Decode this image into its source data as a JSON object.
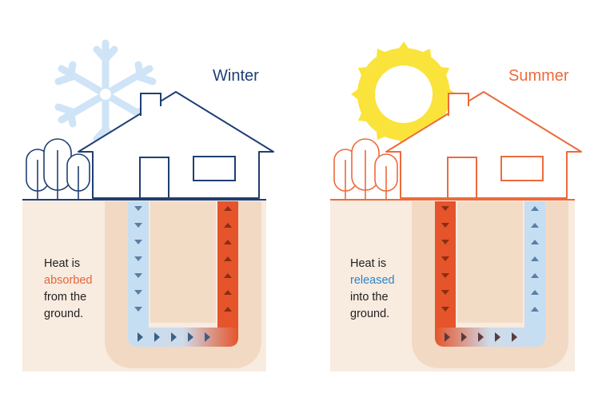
{
  "winter": {
    "title": "Winter",
    "caption": [
      "Heat is",
      "absorbed",
      "from the",
      "ground."
    ]
  },
  "summer": {
    "title": "Summer",
    "caption": [
      "Heat is",
      "released",
      "into the",
      "ground."
    ]
  },
  "colors": {
    "winter_navy": "#1f3f72",
    "summer_orange": "#ec6a3c",
    "ground": "#f8ebe0",
    "hot_pipe": "#e5542a",
    "cold_pipe": "#c5def2",
    "snowflake": "#cfe4f6",
    "sun": "#fae33a",
    "emphasis_orange": "#e8643a",
    "emphasis_blue": "#2a85c9"
  }
}
